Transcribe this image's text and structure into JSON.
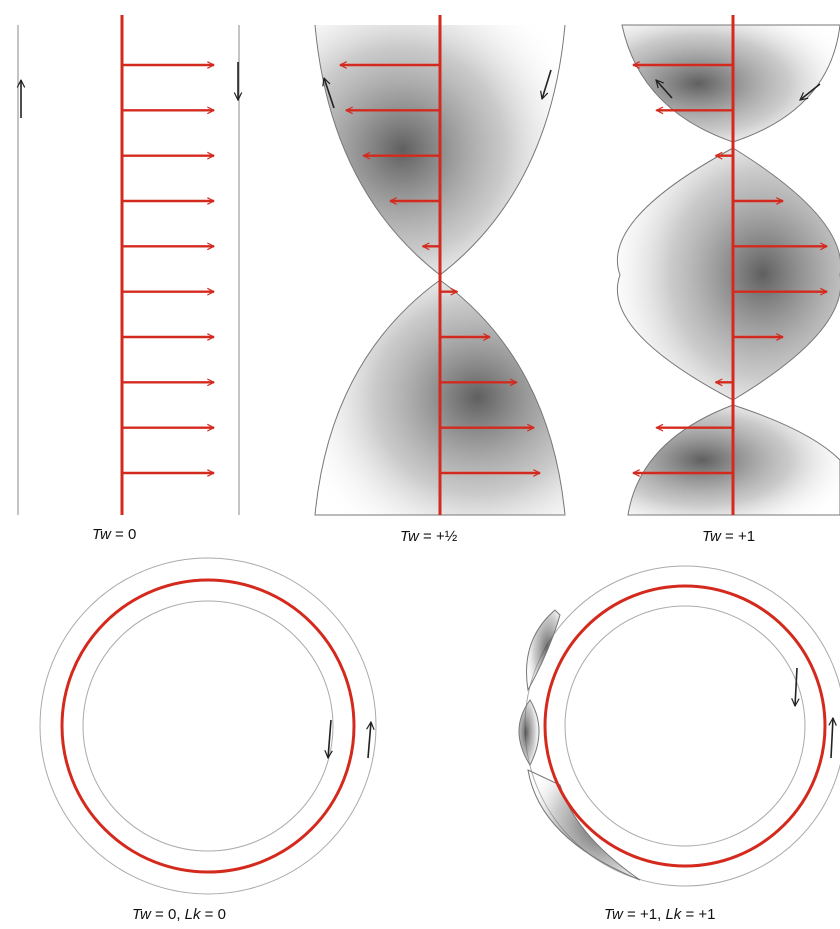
{
  "captions": {
    "panel1": {
      "var": "Tw",
      "rest": " = 0"
    },
    "panel2": {
      "var": "Tw",
      "rest": " = +½"
    },
    "panel3": {
      "var": "Tw",
      "rest": " = +1"
    },
    "ring1": {
      "var1": "Tw",
      "mid": " = 0, ",
      "var2": "Lk",
      "rest": " = 0"
    },
    "ring2": {
      "var1": "Tw",
      "mid": " = +1, ",
      "var2": "Lk",
      "rest": " = +1"
    }
  },
  "colors": {
    "axis": "#d42a1e",
    "edge": "#555555",
    "shade": "#3a3a3a",
    "ink": "#222222"
  },
  "twist_values": [
    0,
    0.5,
    1
  ],
  "arrows_per_strip": 10,
  "icons": [
    "up-arrow-icon",
    "down-arrow-icon"
  ]
}
